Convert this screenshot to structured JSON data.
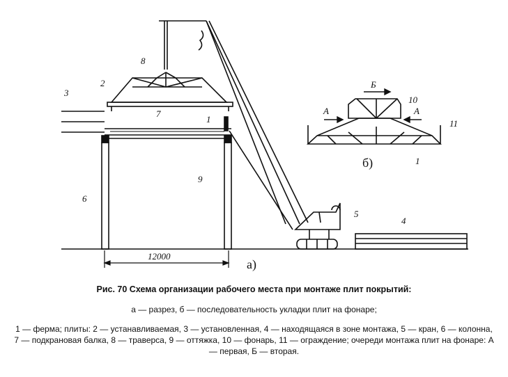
{
  "figure": {
    "labels": {
      "truss": "1",
      "installing_slab": "2",
      "installed_slab": "3",
      "slab_stack": "4",
      "crane": "5",
      "column": "6",
      "crane_beam": "7",
      "traverse": "8",
      "guy_rope": "9",
      "lantern": "10",
      "fence": "11"
    },
    "span_dimension": "12000",
    "panel_a": "а)",
    "panel_b": "б)",
    "order_first": "А",
    "order_second": "Б"
  },
  "caption": {
    "title": "Рис. 70 Схема организации рабочего места при монтаже плит покрытий:",
    "subtitle": "а — разрез, б — последовательность укладки плит на фонаре;",
    "legend": "1 — ферма; плиты: 2 — устанавливаемая, 3 — установленная, 4 — находящаяся в зоне монтажа, 5 — кран, 6 — колонна, 7 — подкрановая балка, 8 — траверса, 9 — оттяжка, 10 — фонарь, 11 — ограждение; очереди монтажа плит на фонаре: А — первая, Б — вторая."
  }
}
